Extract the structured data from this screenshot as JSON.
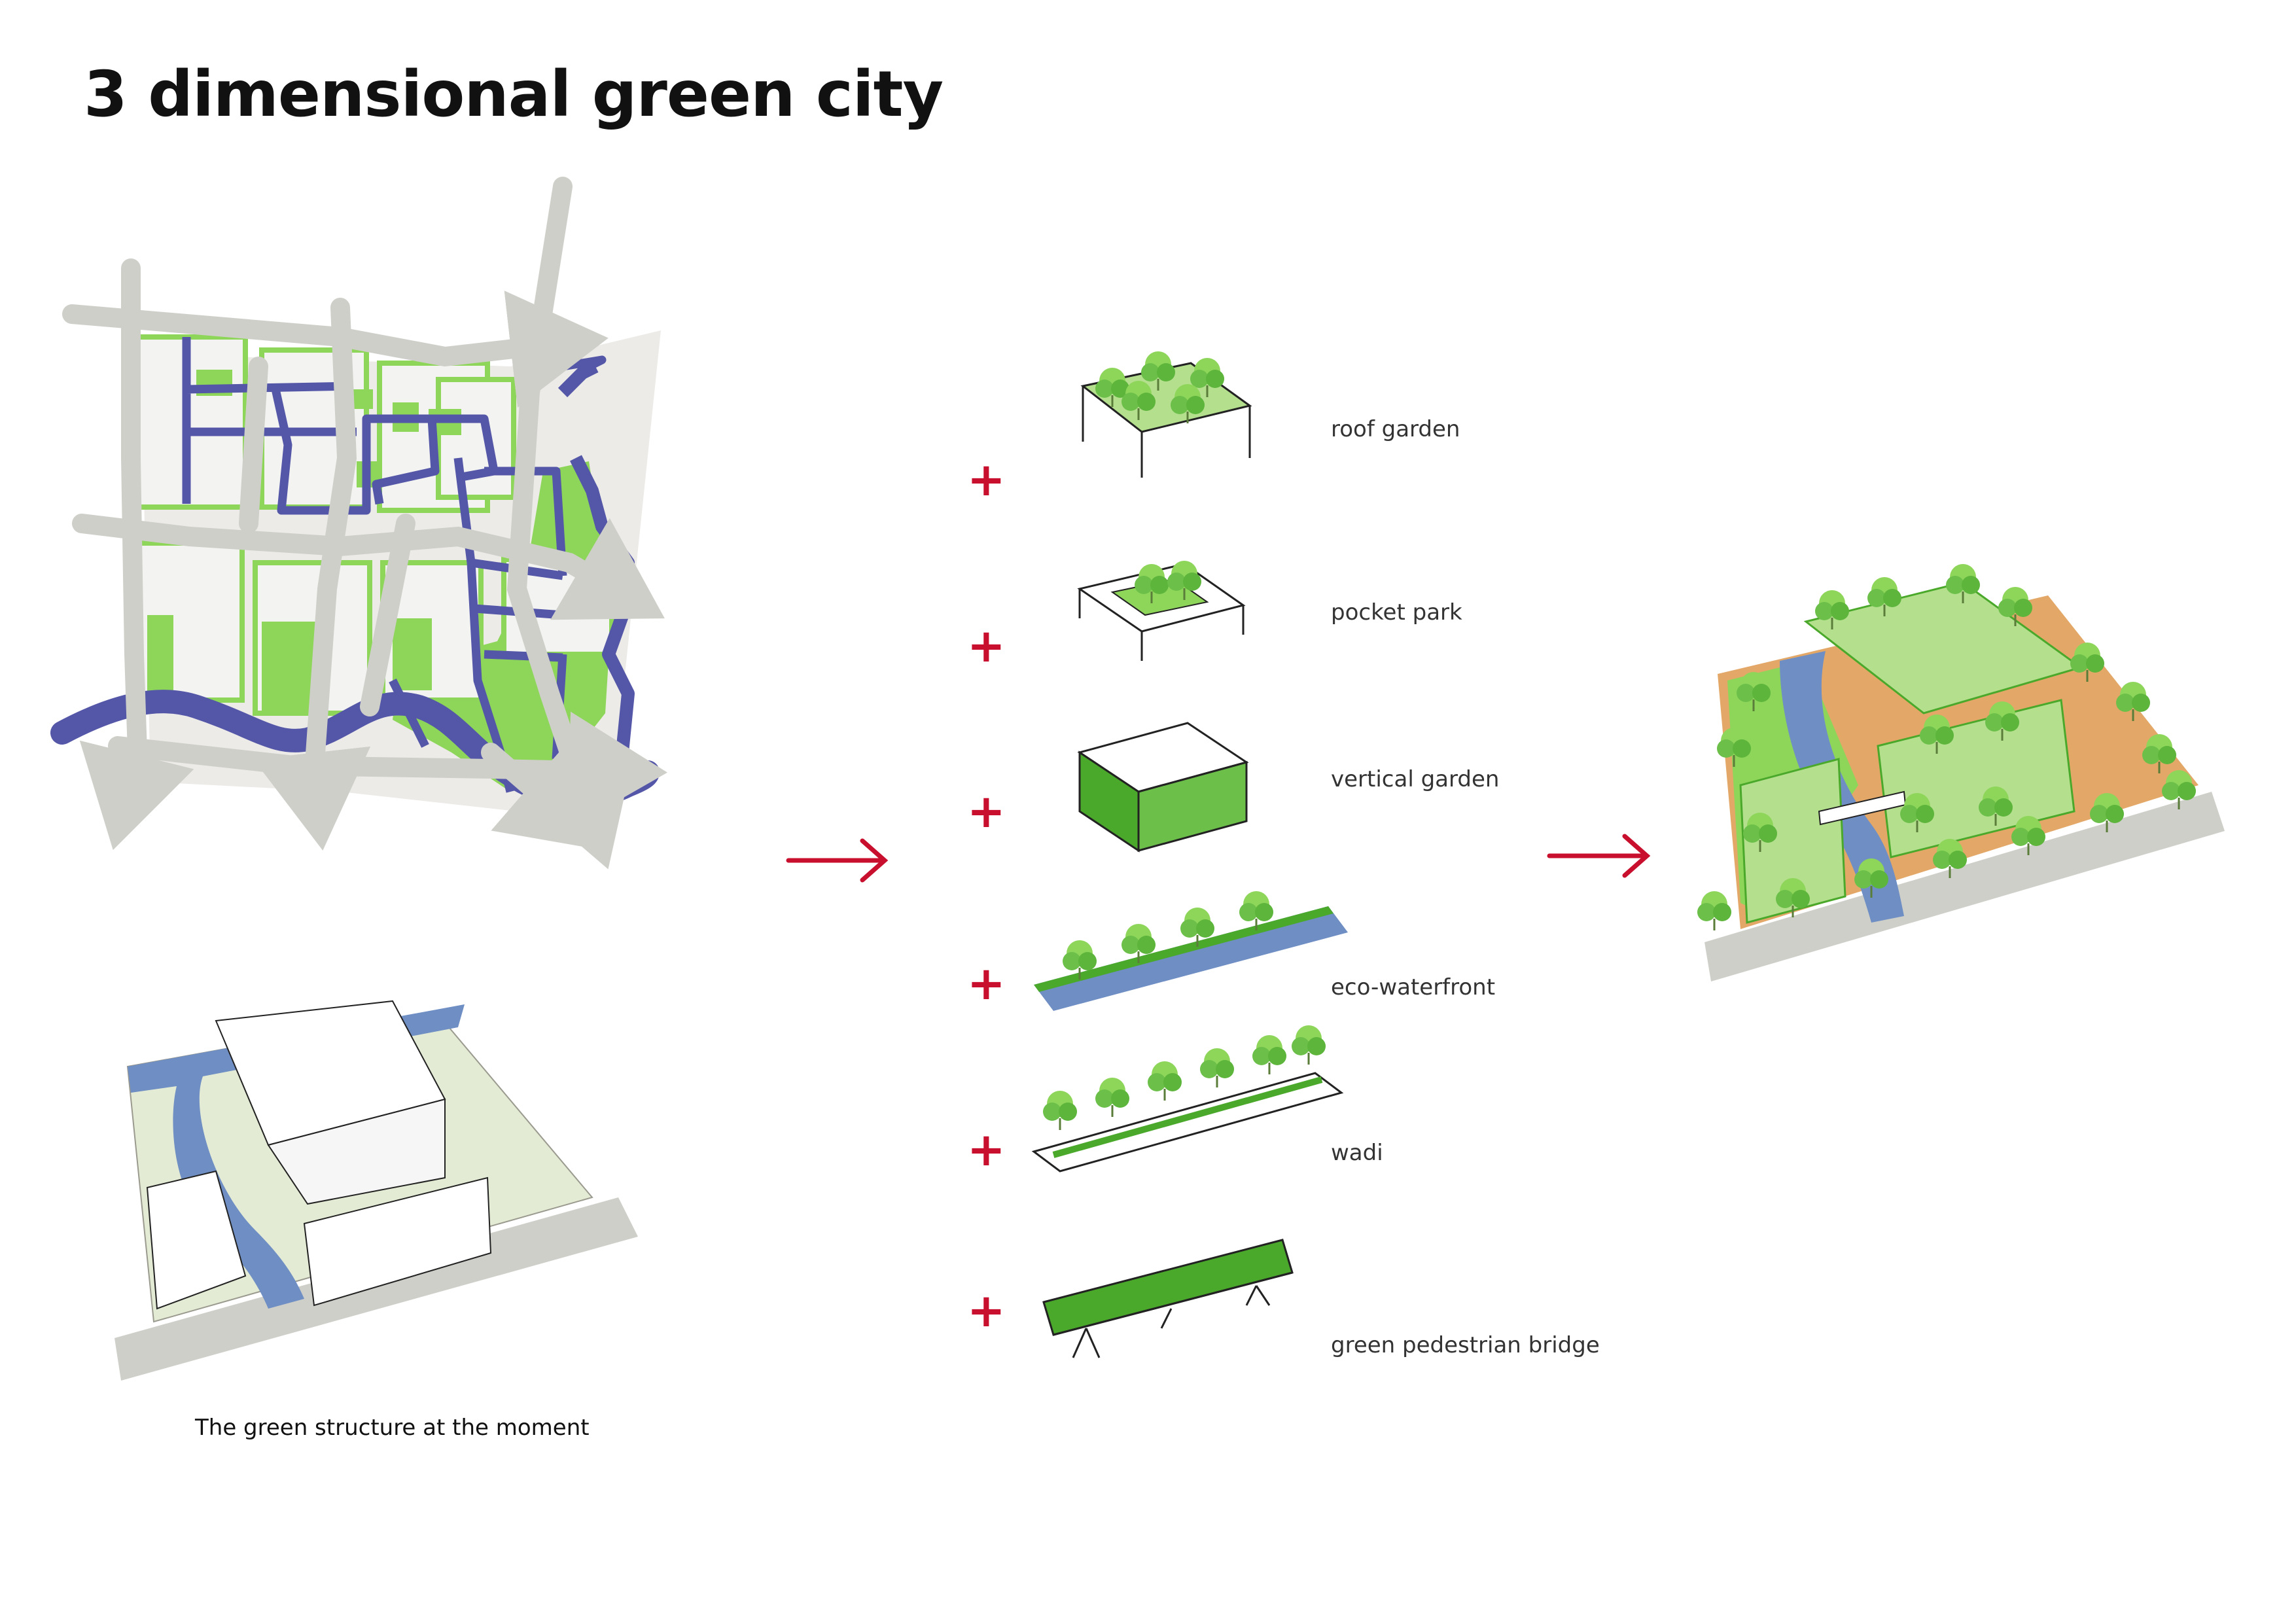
{
  "title": "3 dimensional green city",
  "caption": "The green structure at the moment",
  "elements": [
    {
      "label": "roof garden"
    },
    {
      "label": "pocket park"
    },
    {
      "label": "vertical garden"
    },
    {
      "label": "eco-waterfront"
    },
    {
      "label": "wadi"
    },
    {
      "label": "green pedestrian bridge"
    }
  ],
  "plus_symbol": "+",
  "colors": {
    "green": "#8ed65a",
    "green_dark": "#4aa82b",
    "water": "#5456a8",
    "water_light": "#6e8ec4",
    "road": "#cfcfca",
    "plot": "#f3f3f1",
    "ground": "#e4ebd4",
    "accent_red": "#c8102e",
    "path": "#e3a868"
  }
}
